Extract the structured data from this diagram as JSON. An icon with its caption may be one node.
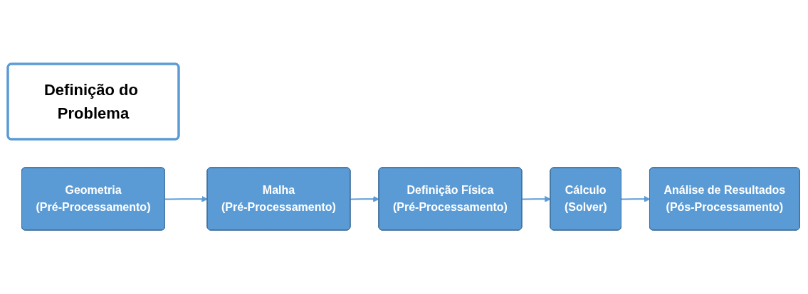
{
  "diagram": {
    "nodes": [
      {
        "text": [
          "Definição do Problema"
        ]
      },
      {
        "text": [
          "Geometria",
          "(Pré-Processamento)"
        ]
      },
      {
        "text": [
          "Malha",
          "(Pré-Processamento)"
        ]
      },
      {
        "text": [
          "Definição Física",
          "(Pré-Processamento)"
        ]
      },
      {
        "text": [
          "Cálculo",
          "(Solver)"
        ]
      },
      {
        "text": [
          "Análise de Resultados",
          "(Pós-Processamento)"
        ]
      }
    ],
    "edges": [
      {
        "from": 1,
        "to": 2,
        "arrow": "to"
      },
      {
        "from": 2,
        "to": 3,
        "arrow": "to"
      },
      {
        "from": 3,
        "to": 4,
        "arrow": "to"
      },
      {
        "from": 4,
        "to": 5,
        "arrow": "to"
      }
    ]
  }
}
